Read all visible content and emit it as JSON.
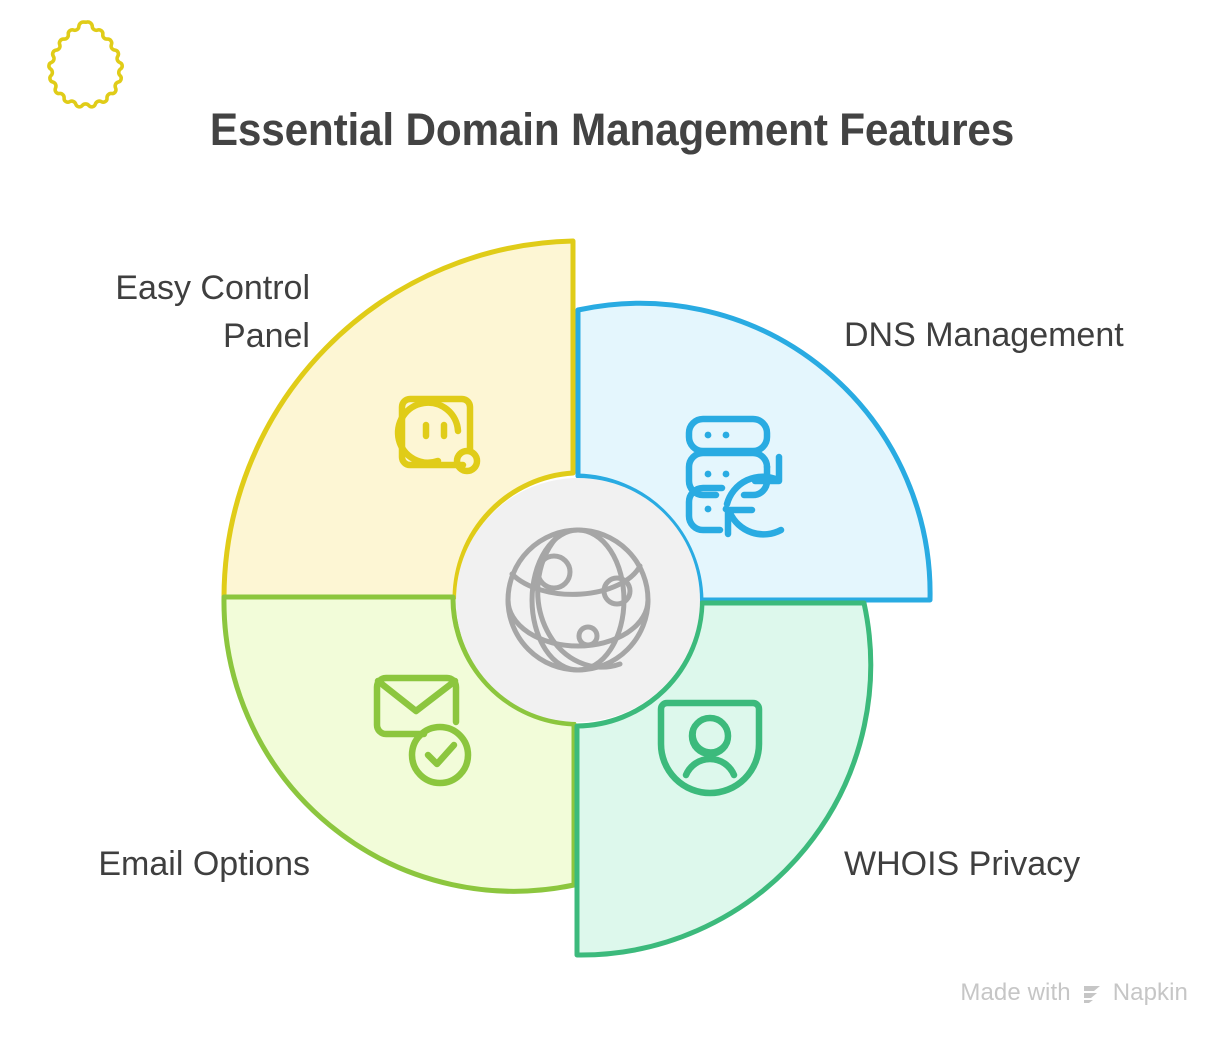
{
  "title": "Essential Domain Management Features",
  "center": {
    "icon": "globe-network-icon",
    "fill": "#f1f1f1",
    "icon_color": "#a6a6a6"
  },
  "quadrants": [
    {
      "key": "easy-control-panel",
      "label": "Easy Control\nPanel",
      "position": "top-left",
      "icon": "control-panel-gear-icon",
      "stroke": "#e0cc18",
      "fill": "#fdf6d4"
    },
    {
      "key": "dns-management",
      "label": "DNS Management",
      "position": "top-right",
      "icon": "server-sync-icon",
      "stroke": "#29abe2",
      "fill": "#e4f6fd"
    },
    {
      "key": "email-options",
      "label": "Email Options",
      "position": "bottom-left",
      "icon": "envelope-check-icon",
      "stroke": "#8cc63e",
      "fill": "#f2fcd9"
    },
    {
      "key": "whois-privacy",
      "label": "WHOIS Privacy",
      "position": "bottom-right",
      "icon": "shield-person-icon",
      "stroke": "#3cba7c",
      "fill": "#ddf8ec"
    }
  ],
  "watermark": {
    "text_before": "Made with",
    "brand": "Napkin",
    "mark": "napkin-logo-icon",
    "color": "#c6c6c6"
  }
}
